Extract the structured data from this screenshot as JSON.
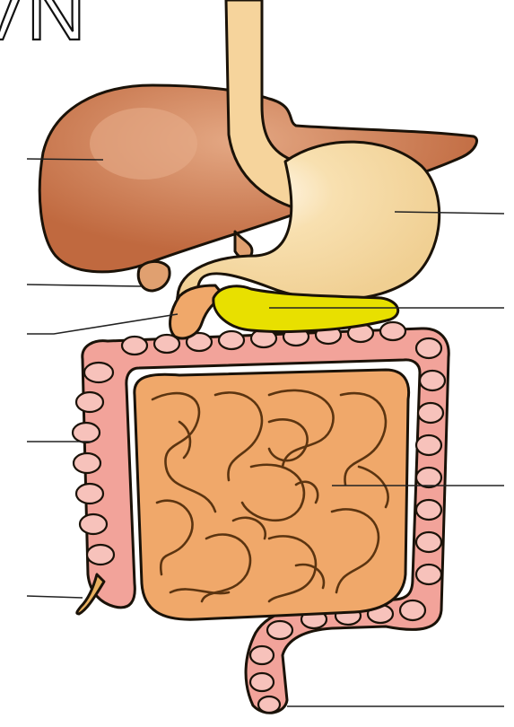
{
  "heading": {
    "partial_text": "VN"
  },
  "colors": {
    "liver": "#c8744a",
    "liver_highlight": "#dd9a70",
    "stomach": "#f6dca6",
    "esophagus": "#f6d49c",
    "gallbladder": "#e0a070",
    "pancreas": "#e8e000",
    "small_intestine": "#f0a86a",
    "large_intestine": "#f2a39a",
    "appendix": "#e8b060"
  },
  "structures": [
    {
      "name": "liver",
      "label": ""
    },
    {
      "name": "gallbladder",
      "label": ""
    },
    {
      "name": "duodenum",
      "label": ""
    },
    {
      "name": "large-intestine",
      "label": ""
    },
    {
      "name": "appendix",
      "label": ""
    },
    {
      "name": "stomach",
      "label": ""
    },
    {
      "name": "pancreas",
      "label": ""
    },
    {
      "name": "small-intestine",
      "label": ""
    },
    {
      "name": "rectum",
      "label": ""
    }
  ]
}
